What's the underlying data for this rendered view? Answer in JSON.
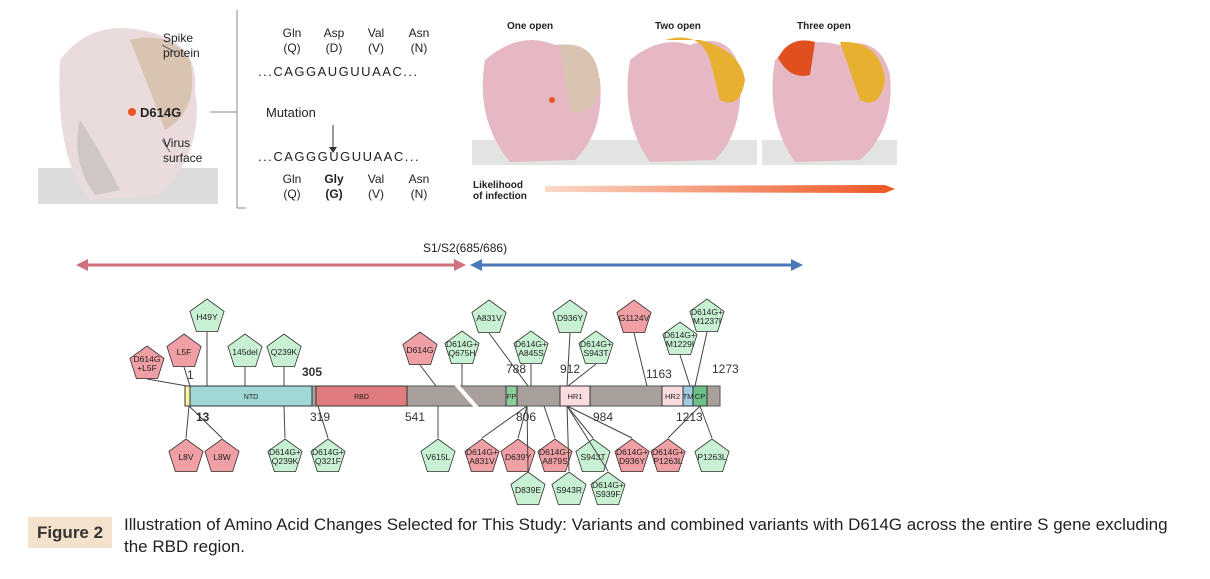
{
  "top_left": {
    "spike_label": "Spike\nprotein",
    "mutation_label": "D614G",
    "surface_label": "Virus\nsurface"
  },
  "codons": {
    "top_aa": [
      "Gln",
      "Asp",
      "Val",
      "Asn"
    ],
    "top_abbr": [
      "(Q)",
      "(D)",
      "(V)",
      "(N)"
    ],
    "top_seq": "...CAGGAUGUUAAC...",
    "mutation_label": "Mutation",
    "bottom_seq": "...CAGGGUGUUAAC...",
    "bottom_aa": [
      "Gln",
      "Gly",
      "Val",
      "Asn"
    ],
    "bottom_abbr": [
      "(Q)",
      "(G)",
      "(V)",
      "(N)"
    ]
  },
  "states": [
    "One open",
    "Two open",
    "Three open"
  ],
  "likelihood": "Likelihood\nof infection",
  "cleavage_label": "S1/S2(685/686)",
  "domains": [
    "NTD",
    "RBD",
    "FP",
    "HR1",
    "HR2",
    "TM",
    "CP"
  ],
  "positions": [
    "1",
    "13",
    "305",
    "319",
    "541",
    "788",
    "806",
    "912",
    "984",
    "1163",
    "1213",
    "1273"
  ],
  "mutations": [
    {
      "label": "D614G\n+L5F",
      "type": "red"
    },
    {
      "label": "L5F",
      "type": "red"
    },
    {
      "label": "H49Y",
      "type": "green"
    },
    {
      "label": "145del",
      "type": "green"
    },
    {
      "label": "Q239K",
      "type": "green"
    },
    {
      "label": "D614G",
      "type": "red"
    },
    {
      "label": "D614G+\nQ675H",
      "type": "green"
    },
    {
      "label": "A831V",
      "type": "green"
    },
    {
      "label": "D614G+\nA845S",
      "type": "green"
    },
    {
      "label": "D936Y",
      "type": "green"
    },
    {
      "label": "D614G+\nS943T",
      "type": "green"
    },
    {
      "label": "G1124V",
      "type": "red"
    },
    {
      "label": "D614G+\nM1229I",
      "type": "green"
    },
    {
      "label": "D614G+\nM1237I",
      "type": "green"
    },
    {
      "label": "L8V",
      "type": "red"
    },
    {
      "label": "L8W",
      "type": "red"
    },
    {
      "label": "D614G+\nQ239K",
      "type": "green"
    },
    {
      "label": "D614G+\nQ321F",
      "type": "green"
    },
    {
      "label": "V615L",
      "type": "green"
    },
    {
      "label": "D614G+\nA831V",
      "type": "red"
    },
    {
      "label": "D639Y",
      "type": "red"
    },
    {
      "label": "D614G+\nA879S",
      "type": "red"
    },
    {
      "label": "S943T",
      "type": "green"
    },
    {
      "label": "D614G+\nD936Y",
      "type": "red"
    },
    {
      "label": "D614G+\nP1263L",
      "type": "red"
    },
    {
      "label": "P1263L",
      "type": "green"
    },
    {
      "label": "D839E",
      "type": "green"
    },
    {
      "label": "S943R",
      "type": "green"
    },
    {
      "label": "D614G+\nS939F",
      "type": "green"
    }
  ],
  "colors": {
    "red": "#f0a0a4",
    "green": "#c8f0d2",
    "s1_arrow": "#d0707e",
    "s2_arrow": "#4a78b8",
    "accent": "#ee5522"
  },
  "caption": {
    "figure_label": "Figure 2",
    "text": "Illustration of Amino Acid Changes Selected for This Study: Variants and combined variants with D614G across the entire S gene excluding the RBD region."
  }
}
